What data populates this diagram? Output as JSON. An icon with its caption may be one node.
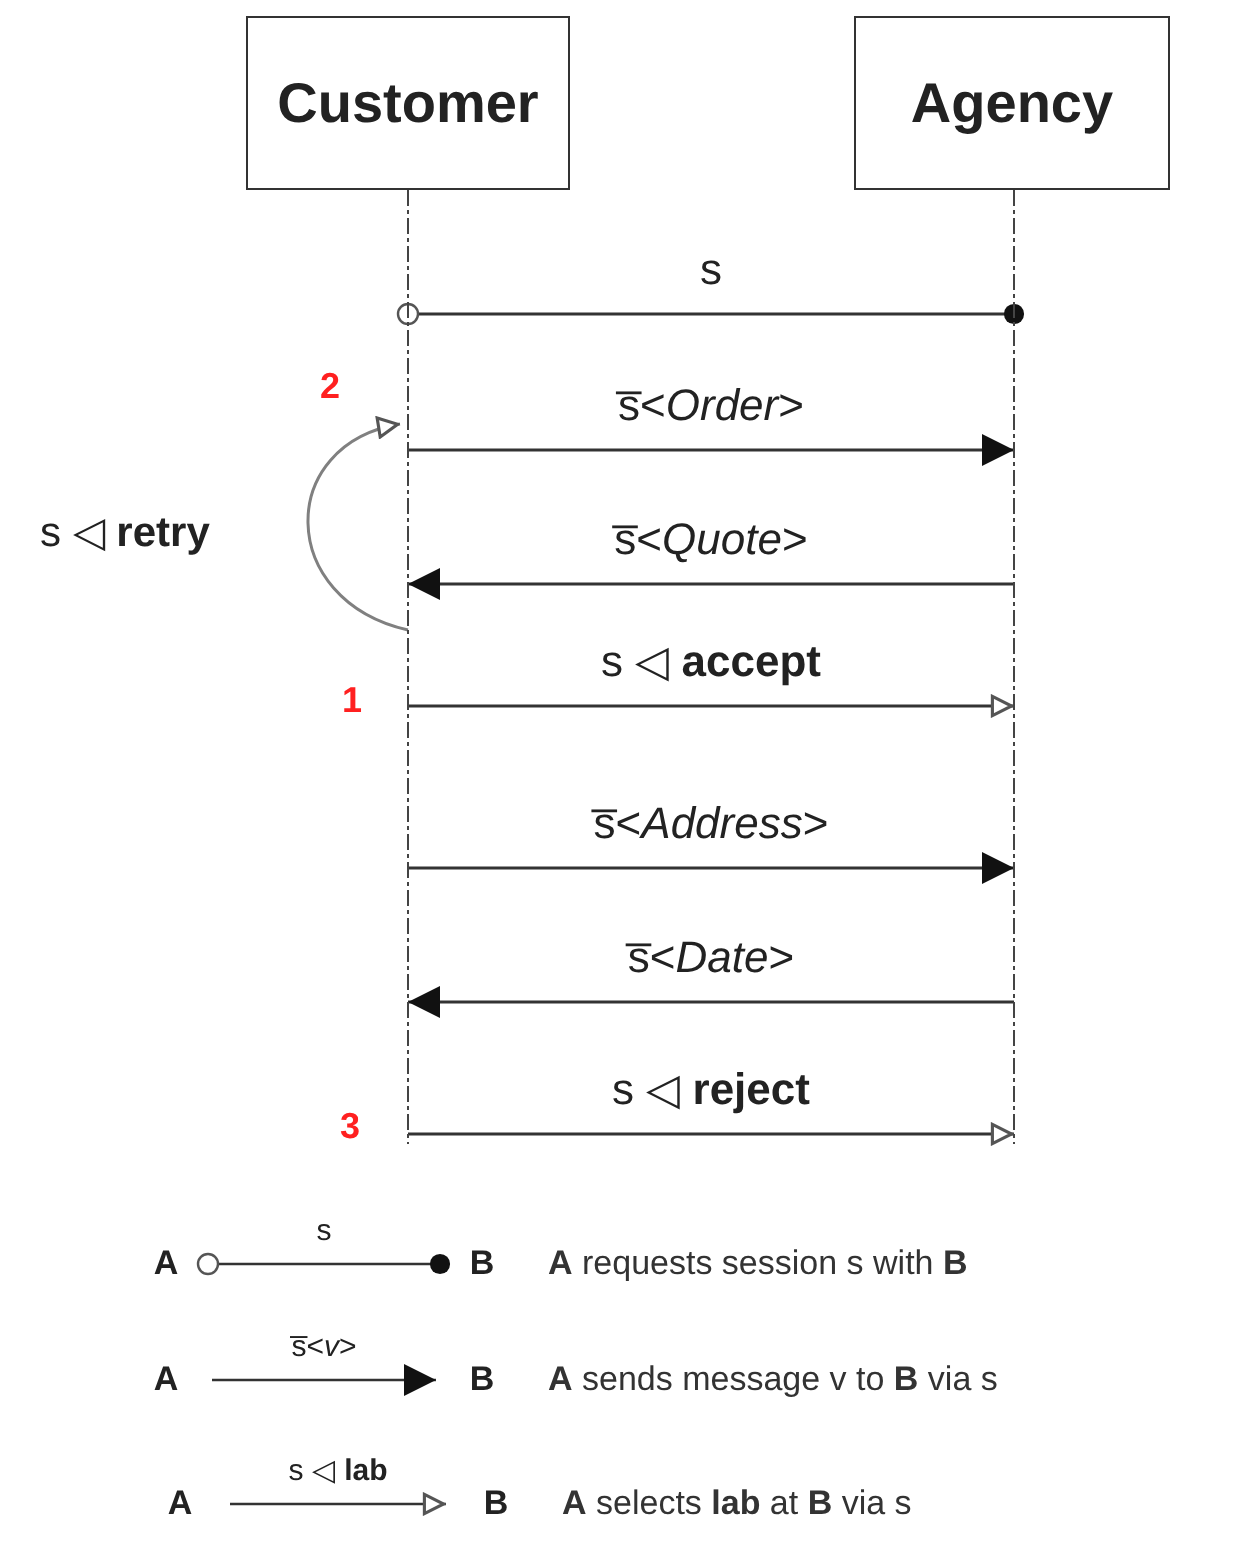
{
  "diagram": {
    "nodes": [
      {
        "text": [
          "Customer"
        ]
      },
      {
        "text": [
          "Agency"
        ]
      },
      {
        "text": [
          "A"
        ]
      },
      {
        "text": [
          "B"
        ]
      },
      {
        "text": [
          "A"
        ]
      },
      {
        "text": [
          "B"
        ]
      },
      {
        "text": [
          "A"
        ]
      },
      {
        "text": [
          "B"
        ]
      }
    ],
    "edges": [
      {
        "from": 0,
        "to": 1,
        "arrow": "other",
        "label": "s"
      },
      {
        "from": 0,
        "to": 0,
        "arrow": "to",
        "label": "s ◁ **retry**",
        "color": "#808080"
      },
      {
        "from": 0,
        "to": 1,
        "arrow": "to",
        "label": "s̅<*Order*>"
      },
      {
        "from": 1,
        "to": 0,
        "arrow": "to",
        "label": "s̅<*Quote*>"
      },
      {
        "from": 0,
        "to": 1,
        "arrow": "to",
        "label": "s ◁ **accept**"
      },
      {
        "from": 0,
        "to": 1,
        "arrow": "to",
        "label": "s̅<*Address*>"
      },
      {
        "from": 1,
        "to": 0,
        "arrow": "to",
        "label": "s̅<*Date*>"
      },
      {
        "from": 0,
        "to": 1,
        "arrow": "to",
        "label": "s ◁ **reject**"
      },
      {
        "from": 2,
        "to": 3,
        "arrow": "other",
        "label": "s"
      },
      {
        "from": 4,
        "to": 5,
        "arrow": "to",
        "label": "s̅<*v*>"
      },
      {
        "from": 6,
        "to": 7,
        "arrow": "to",
        "label": "s ◁ **lab**"
      }
    ],
    "labels": [
      "2",
      "1",
      "3",
      "**A** requests session s with **B**",
      "**A** sends message v to **B** via s",
      "**A** selects **lab** at **B** via s"
    ]
  }
}
